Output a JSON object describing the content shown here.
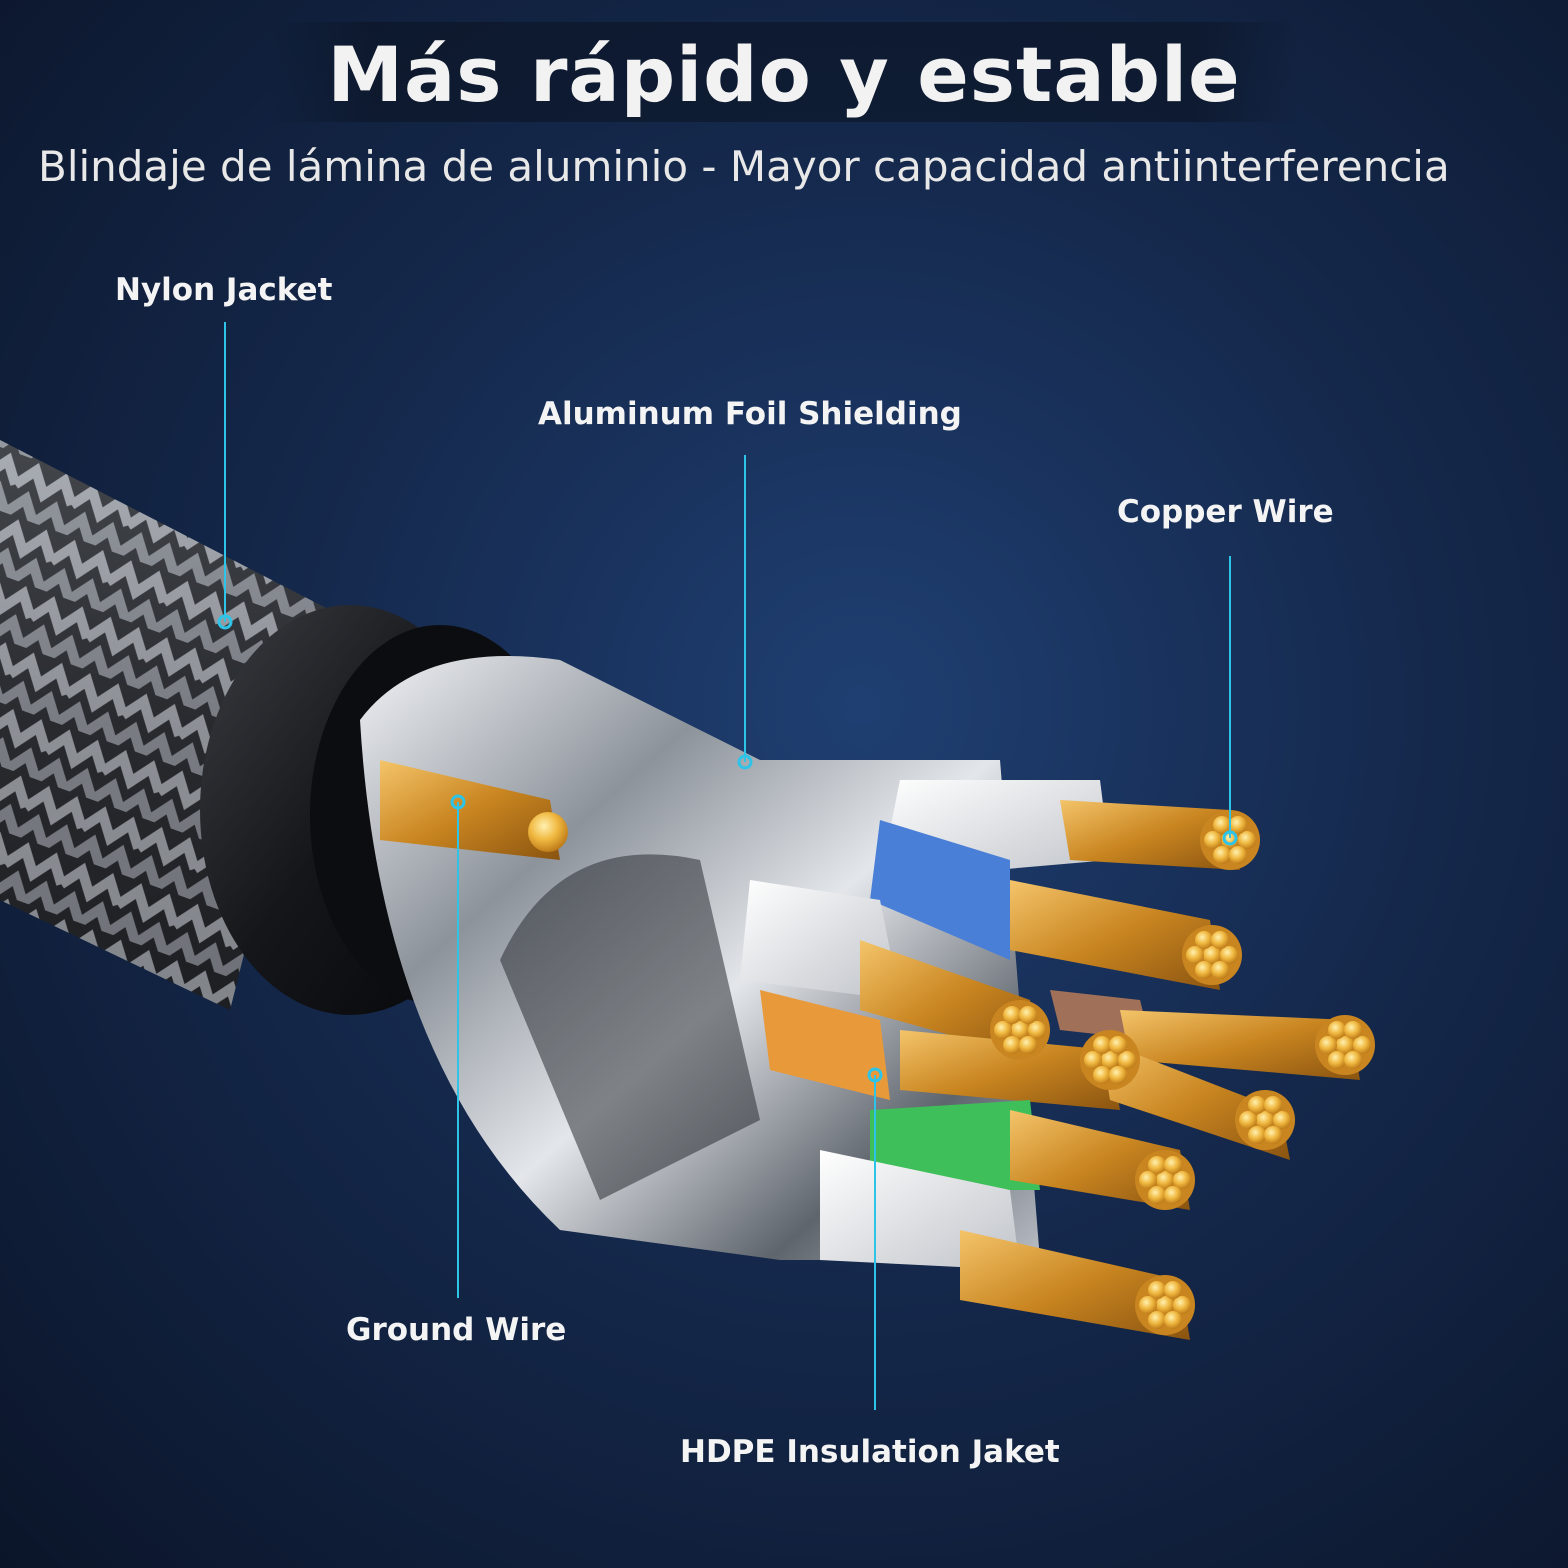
{
  "title": "Más rápido y estable",
  "subtitle": "Blindaje de lámina de aluminio - Mayor capacidad antiinterferencia",
  "labels": {
    "nylon_jacket": "Nylon Jacket",
    "aluminum_foil": "Aluminum Foil Shielding",
    "copper_wire": "Copper Wire",
    "ground_wire": "Ground Wire",
    "hdpe_jacket": "HDPE Insulation Jaket"
  },
  "colors": {
    "callout_line": "#2ec4e8",
    "copper": "#d99a2e",
    "pair_blue": "#4a7fd8",
    "pair_orange": "#e89a3a",
    "pair_green": "#3fbf5a",
    "pair_brown": "#a07058"
  }
}
